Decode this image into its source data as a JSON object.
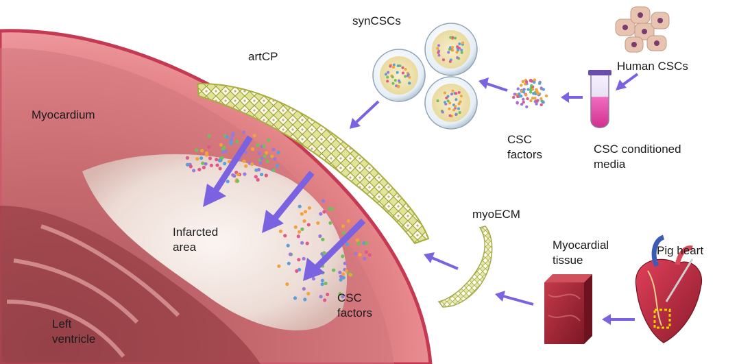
{
  "labels": {
    "myocardium": "Myocardium",
    "artcp": "artCP",
    "syncscs": "synCSCs",
    "human_cscs": "Human CSCs",
    "csc_factors_top": "CSC\nfactors",
    "csc_conditioned_media": "CSC conditioned\nmedia",
    "infarcted_area": "Infarcted\narea",
    "csc_factors_heart": "CSC\nfactors",
    "left_ventricle": "Left\nventricle",
    "myoecm": "myoECM",
    "myocardial_tissue": "Myocardial\ntissue",
    "pig_heart": "Pig heart"
  },
  "colors": {
    "arrow": "#7b62e0",
    "myocardium": "#e8868f",
    "infarct": "#f1e4e0",
    "patch": "#cfd36a",
    "media": "#e0409a",
    "tissue": "#9c1f2e",
    "cells": "#e8c4b0"
  }
}
